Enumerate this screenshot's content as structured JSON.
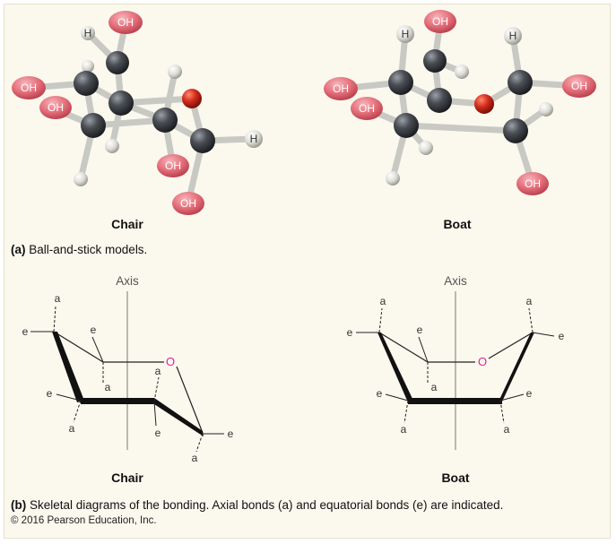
{
  "section_a": {
    "left_label": "Chair",
    "right_label": "Boat",
    "caption_tag": "(a)",
    "caption_text": "Ball-and-stick models."
  },
  "section_b": {
    "left_label": "Chair",
    "right_label": "Boat",
    "axis_label_left": "Axis",
    "axis_label_right": "Axis",
    "caption_tag": "(b)",
    "caption_text": "Skeletal diagrams of the bonding. Axial bonds (a) and equatorial bonds (e) are indicated."
  },
  "atoms": {
    "hydroxyl": "OH",
    "hydrogen": "H",
    "ring_oxygen": "O",
    "axial": "a",
    "equatorial": "e"
  },
  "colors": {
    "carbon": "#3c3f44",
    "oxygen_atom": "#d42b1c",
    "hydroxyl_ball": "#e36d78",
    "hydrogen_ball": "#dcdcd6",
    "ring_oxygen_text": "#e0239b",
    "background": "#fbf8ee"
  },
  "copyright": "© 2016 Pearson Education, Inc."
}
